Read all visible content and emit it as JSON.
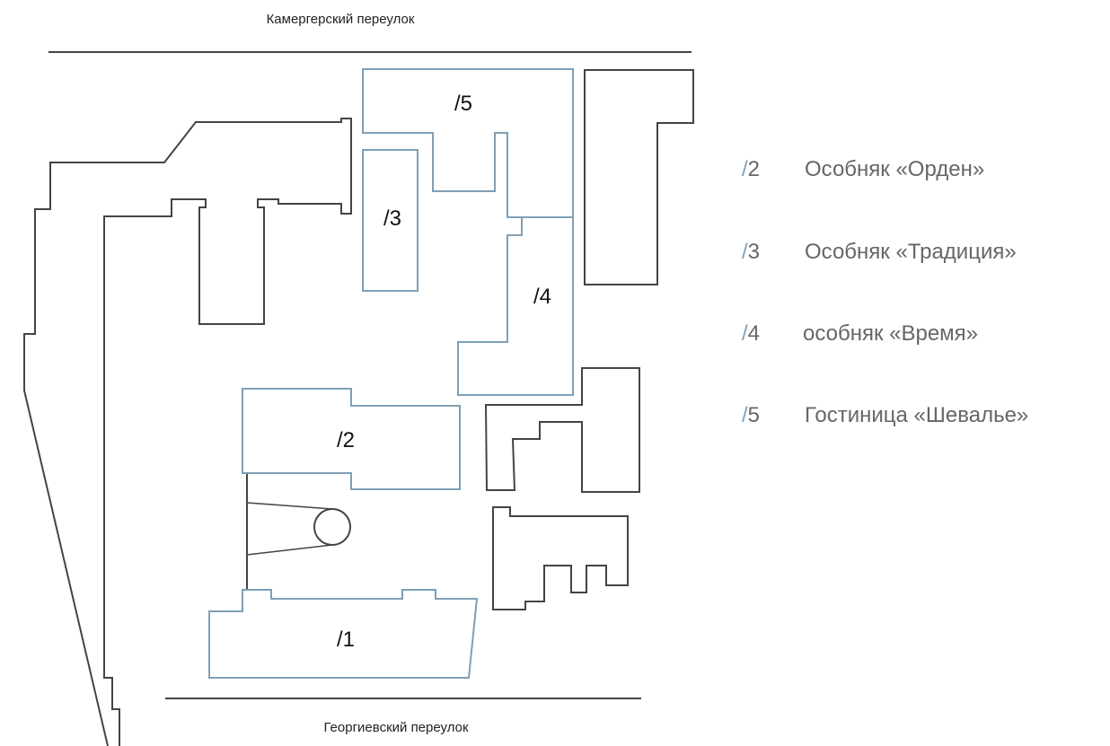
{
  "streets": {
    "top": "Камергерский переулок",
    "bottom": "Георгиевский переулок"
  },
  "buildings": [
    {
      "id": "1",
      "label": "/1"
    },
    {
      "id": "2",
      "label": "/2"
    },
    {
      "id": "3",
      "label": "/3"
    },
    {
      "id": "4",
      "label": "/4"
    },
    {
      "id": "5",
      "label": "/5"
    }
  ],
  "legend": [
    {
      "slash": "/",
      "num": "2",
      "name": "Особняк «Орден»"
    },
    {
      "slash": "/",
      "num": "3",
      "name": "Особняк «Традиция»"
    },
    {
      "slash": "/",
      "num": "4",
      "name": "особняк «Время»"
    },
    {
      "slash": "/",
      "num": "5",
      "name": "Гостиница «Шевалье»"
    }
  ],
  "colors": {
    "highlight": "#7f9fb5",
    "outline": "#444444",
    "text": "#666666"
  }
}
